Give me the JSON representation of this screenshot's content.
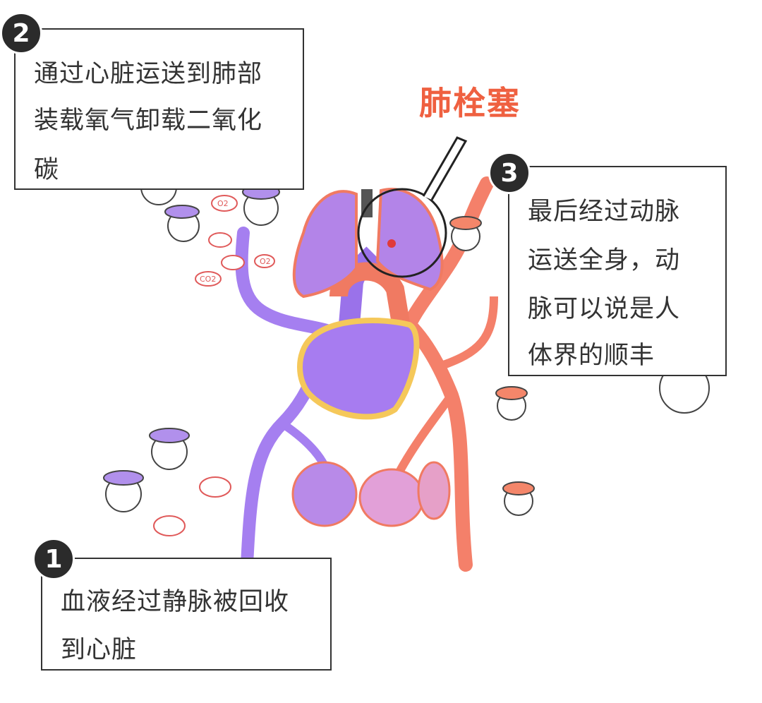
{
  "title": "肺栓塞",
  "colors": {
    "vein": "#a57ff0",
    "artery": "#f4806a",
    "title": "#ef6040",
    "heart_outline": "#f5c85a"
  },
  "steps": [
    {
      "number": "1",
      "lines": [
        "血液经过静脉被回收",
        "到心脏"
      ]
    },
    {
      "number": "2",
      "lines": [
        "通过心脏运送到肺部",
        "装载氧气卸载二氧化",
        "碳"
      ]
    },
    {
      "number": "3",
      "lines": [
        "最后经过动脉",
        "运送全身，动",
        "脉可以说是人",
        "体界的顺丰"
      ]
    }
  ],
  "cell_labels": {
    "o2": "O2",
    "co2": "CO2"
  }
}
